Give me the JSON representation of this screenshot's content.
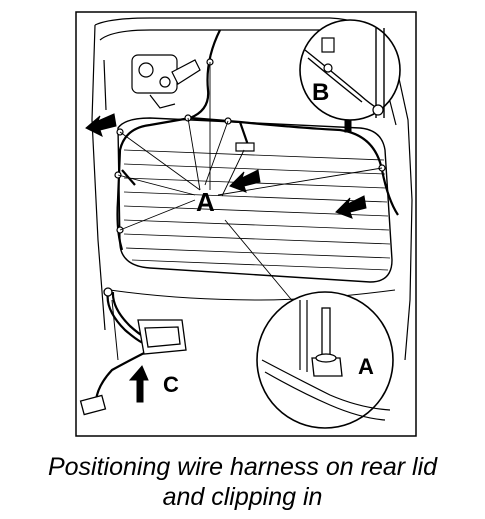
{
  "labels": {
    "a_main": "A",
    "a_detail": "A",
    "b_detail": "B",
    "c_label": "C"
  },
  "caption": {
    "line1": "Positioning wire harness on rear lid",
    "line2": "and clipping in"
  }
}
